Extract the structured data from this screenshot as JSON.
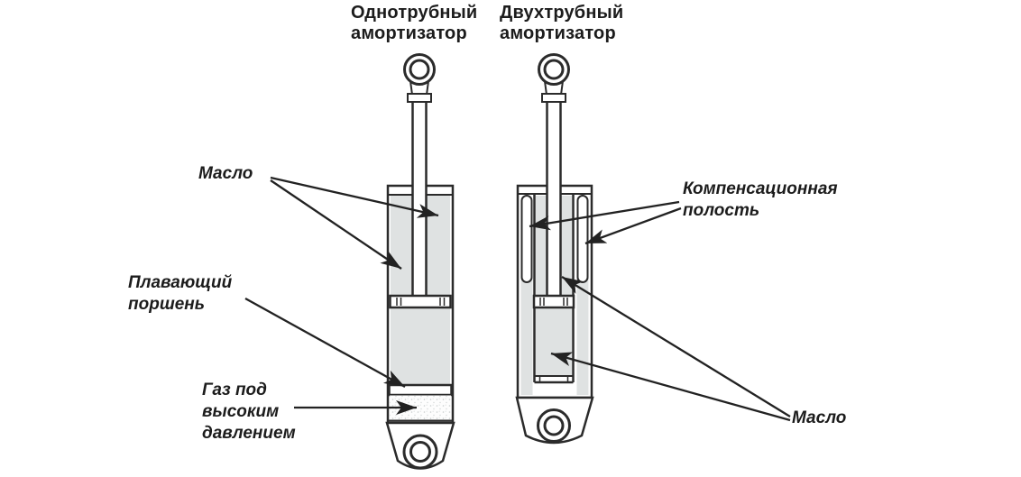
{
  "page": {
    "background": "#ffffff",
    "language": "ru"
  },
  "titles": {
    "monotube": "Однотрубный\nамортизатор",
    "twintube": "Двухтрубный\nамортизатор"
  },
  "annotations": {
    "oil_left": "Масло",
    "floating_piston": "Плавающий\nпоршень",
    "gas_high_pressure": "Газ под\nвысоким\nдавлением",
    "compensation_cavity": "Компенсационная\nполость",
    "oil_right": "Масло"
  },
  "colors": {
    "outline": "#2b2b2b",
    "oil_fill": "#dfe2e2",
    "arrow": "#222222",
    "text": "#1c1c1c"
  },
  "diagram": {
    "type": "technical cross-section comparison",
    "subject": "Monotube vs twin-tube shock absorber internals",
    "left_unit_parts": [
      "oil",
      "floating piston",
      "high-pressure gas"
    ],
    "right_unit_parts": [
      "compensation cavity",
      "oil"
    ]
  }
}
